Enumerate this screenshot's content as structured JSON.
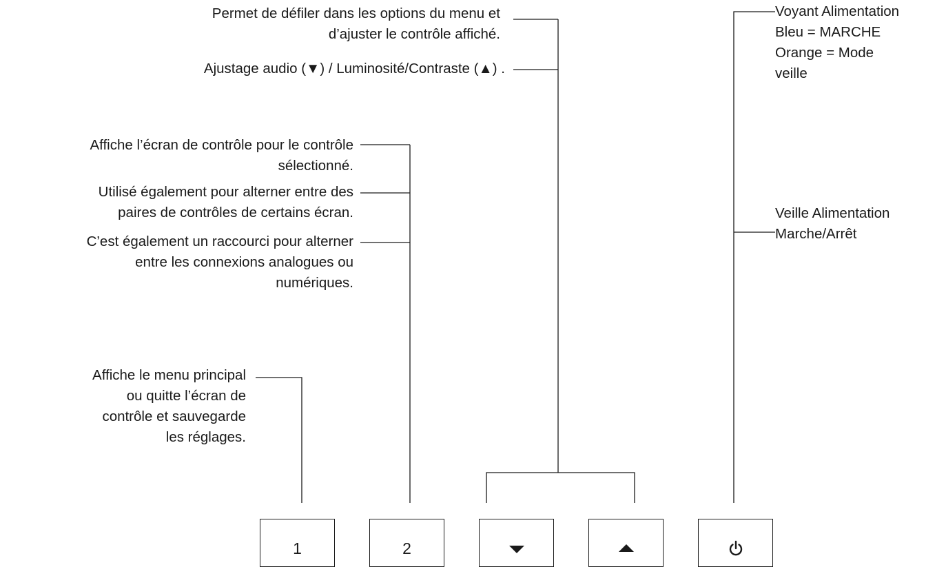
{
  "labels": {
    "scroll": [
      "Permet de défiler dans les options du menu et",
      "d’ajuster le contrôle affiché."
    ],
    "audio": [
      "Ajustage audio (▼) / Luminosité/Contraste  (▲) ."
    ],
    "select1": [
      "Affiche l’écran de contrôle pour le contrôle",
      "sélectionné."
    ],
    "select2": [
      "Utilisé également pour alterner entre des",
      "paires de contrôles de certains écran."
    ],
    "select3": [
      "C’est également un raccourci pour alterner",
      "entre les connexions analogues ou",
      "numériques."
    ],
    "menu": [
      "Affiche le menu principal",
      "ou quitte l’écran de",
      "contrôle et sauvegarde",
      "les réglages."
    ],
    "led": [
      "Voyant Alimentation",
      "Bleu = MARCHE",
      "Orange = Mode",
      "veille"
    ],
    "power": [
      "Veille Alimentation",
      "Marche/Arrêt"
    ]
  },
  "buttons": {
    "b1": "1",
    "b2": "2",
    "down": "down-triangle-icon",
    "up": "up-triangle-icon",
    "power": "power-icon"
  }
}
